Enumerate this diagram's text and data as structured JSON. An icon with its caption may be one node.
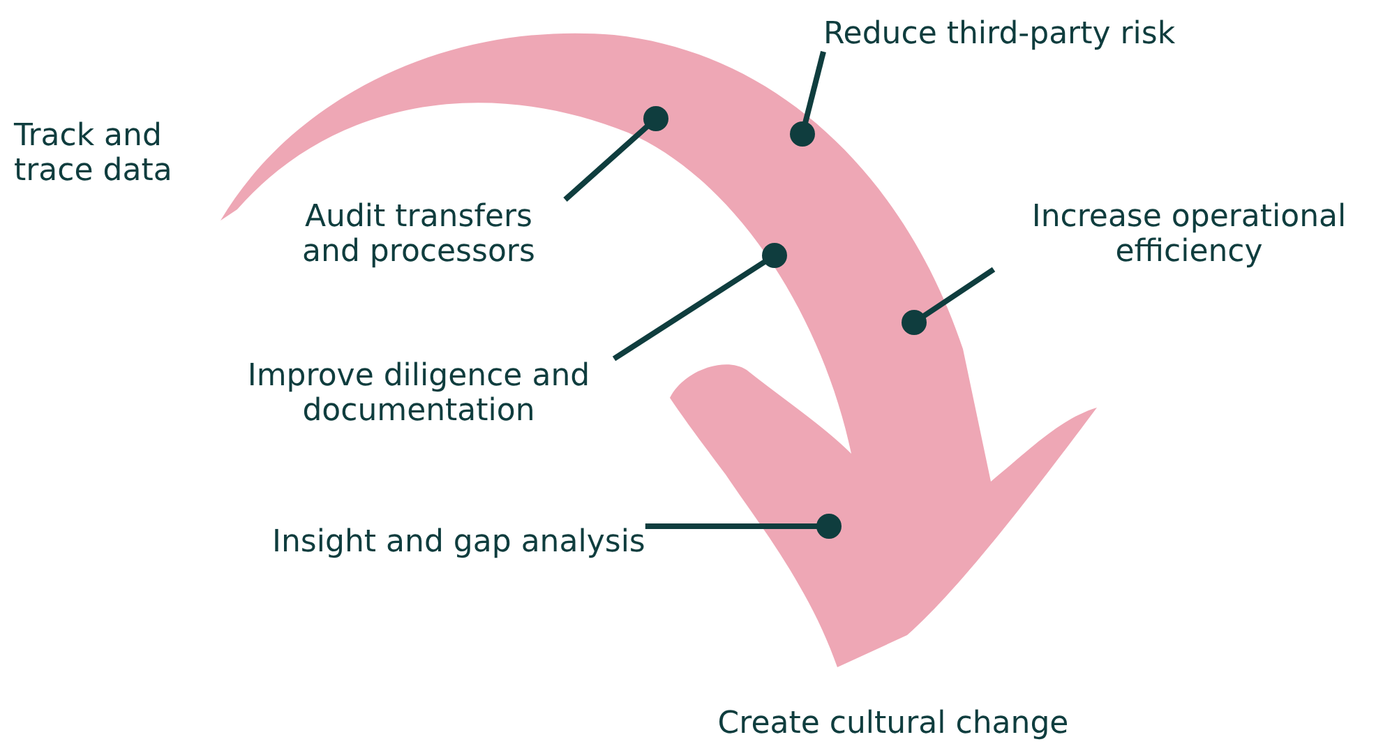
{
  "diagram": {
    "nodes": [
      {
        "text": [],
        "shape": "arrow"
      },
      {
        "text": [
          "Reduce third-party risk"
        ]
      },
      {
        "text": [
          "Audit transfers and processors"
        ]
      },
      {
        "text": [
          "Increase operational efficiency"
        ]
      },
      {
        "text": [
          "Improve diligence and documentation"
        ]
      },
      {
        "text": [
          "Insight and gap analysis"
        ]
      }
    ],
    "edges": [
      {
        "from": 1,
        "to": 0,
        "arrow": "other"
      },
      {
        "from": 2,
        "to": 0,
        "arrow": "other"
      },
      {
        "from": 3,
        "to": 0,
        "arrow": "other"
      },
      {
        "from": 4,
        "to": 0,
        "arrow": "other"
      },
      {
        "from": 5,
        "to": 0,
        "arrow": "other"
      }
    ],
    "labels": [
      "Track and trace data",
      "Create cultural change"
    ]
  }
}
